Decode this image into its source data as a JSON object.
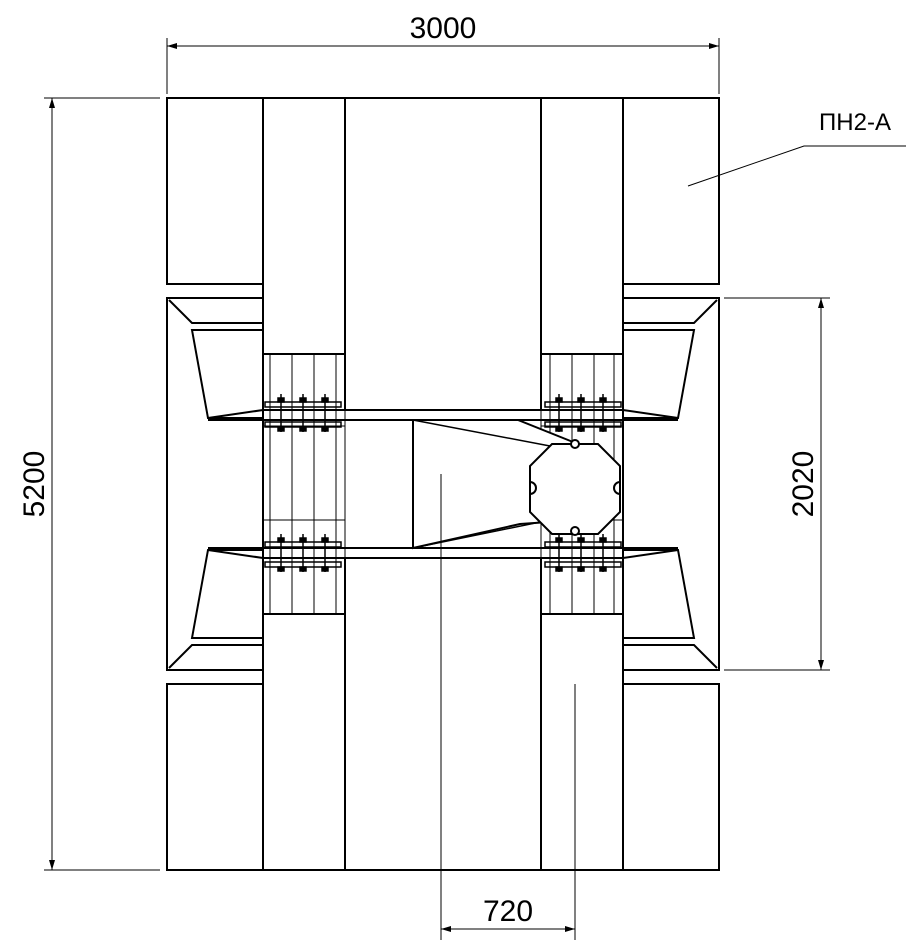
{
  "dimensions": {
    "overall_width": "3000",
    "overall_height": "5200",
    "middle_height": "2020",
    "gap_width": "720"
  },
  "labels": {
    "part_callout": "ПН2-А"
  },
  "colors": {
    "line": "#000000",
    "background": "#ffffff"
  }
}
